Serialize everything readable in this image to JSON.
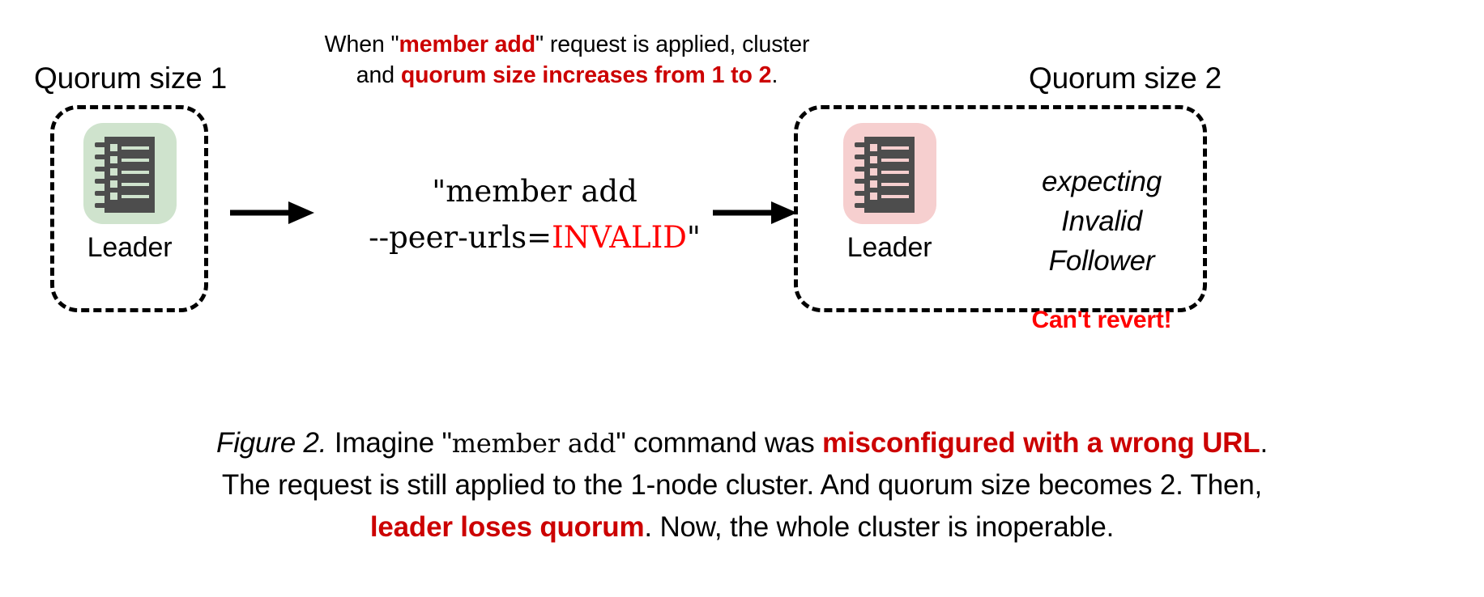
{
  "figure": {
    "headings": {
      "left": "Quorum size 1",
      "right": "Quorum size 2"
    },
    "top_note": {
      "l1_a": "When \"",
      "l1_b": "member add",
      "l1_c": "\" request is applied,",
      "l2_a": "cluster and ",
      "l2_b": "quorum size increases",
      "l3_a": "from 1 to 2",
      "l3_b": "."
    },
    "nodes": {
      "left": {
        "label": "Leader",
        "icon": "ledger-icon",
        "bg_color": "#cfe3cd"
      },
      "right": {
        "label": "Leader",
        "icon": "ledger-icon",
        "bg_color": "#f6cfcf"
      }
    },
    "command": {
      "line1": "\"member add",
      "line2_prefix": "--peer-urls=",
      "line2_invalid": "INVALID",
      "line2_suffix": "\""
    },
    "expecting": {
      "line1": "expecting",
      "line2": "Invalid",
      "line3": "Follower",
      "warning": "Can't revert!"
    },
    "caption": {
      "l1_a": "Figure 2.",
      "l1_b": " Imagine \"",
      "l1_mono": "member add",
      "l1_c": "\" command was ",
      "l1_red": "misconfigured with a wrong URL",
      "l1_d": ".",
      "l2": "The request is still applied to the 1-node cluster. And quorum size becomes 2. Then,",
      "l3_red": "leader loses quorum",
      "l3_a": ". Now, the whole cluster is inoperable."
    },
    "colors": {
      "red_dark": "#CC0000",
      "red_bright": "#FF0000",
      "ink": "#000000",
      "leader_green": "#cfe3cd",
      "leader_pink": "#f6cfcf",
      "icon_body": "#4d4d4d"
    }
  }
}
